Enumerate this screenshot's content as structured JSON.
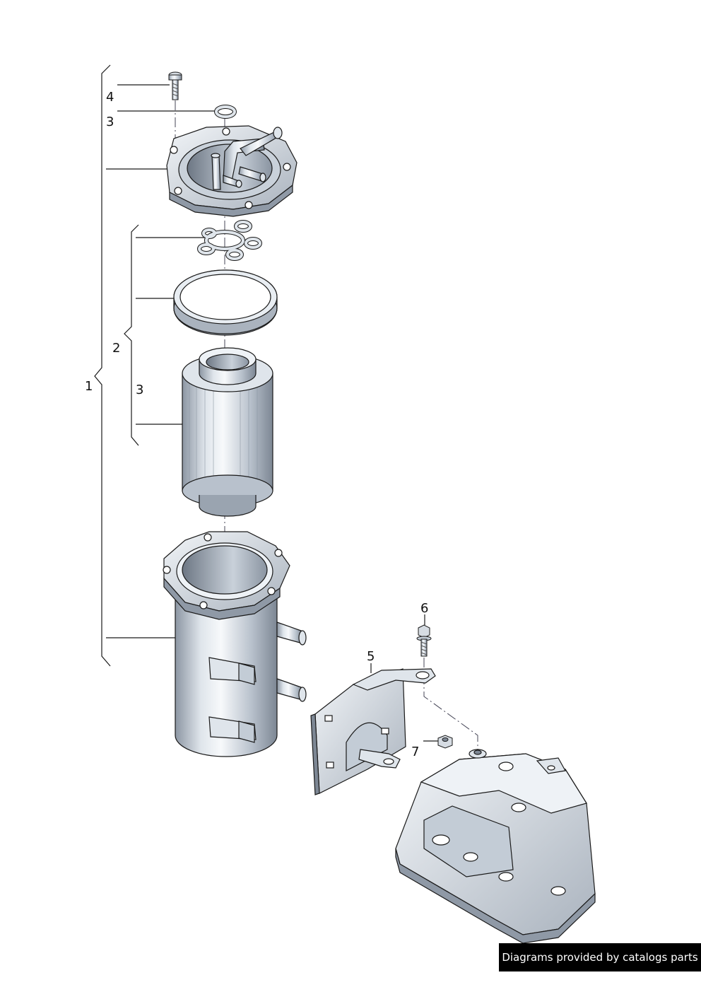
{
  "callouts": {
    "c1": "1",
    "c2": "2",
    "c3_top": "3",
    "c3_mid": "3",
    "c4": "4",
    "c5": "5",
    "c6": "6",
    "c7": "7"
  },
  "footer": {
    "credit": "Diagrams provided by catalogs parts"
  },
  "colors": {
    "metal_light": "#eef2f6",
    "metal_mid": "#c3ccd6",
    "metal_dark": "#7d8794",
    "outline": "#1a1a1a",
    "credit_bg": "#000000"
  },
  "icons": [
    "screw-icon",
    "o-ring-icon",
    "filter-head-icon",
    "seal-icon",
    "filter-element-icon",
    "filter-housing-icon",
    "bracket-icon",
    "bolt-icon",
    "nut-icon",
    "engine-mount-icon"
  ]
}
